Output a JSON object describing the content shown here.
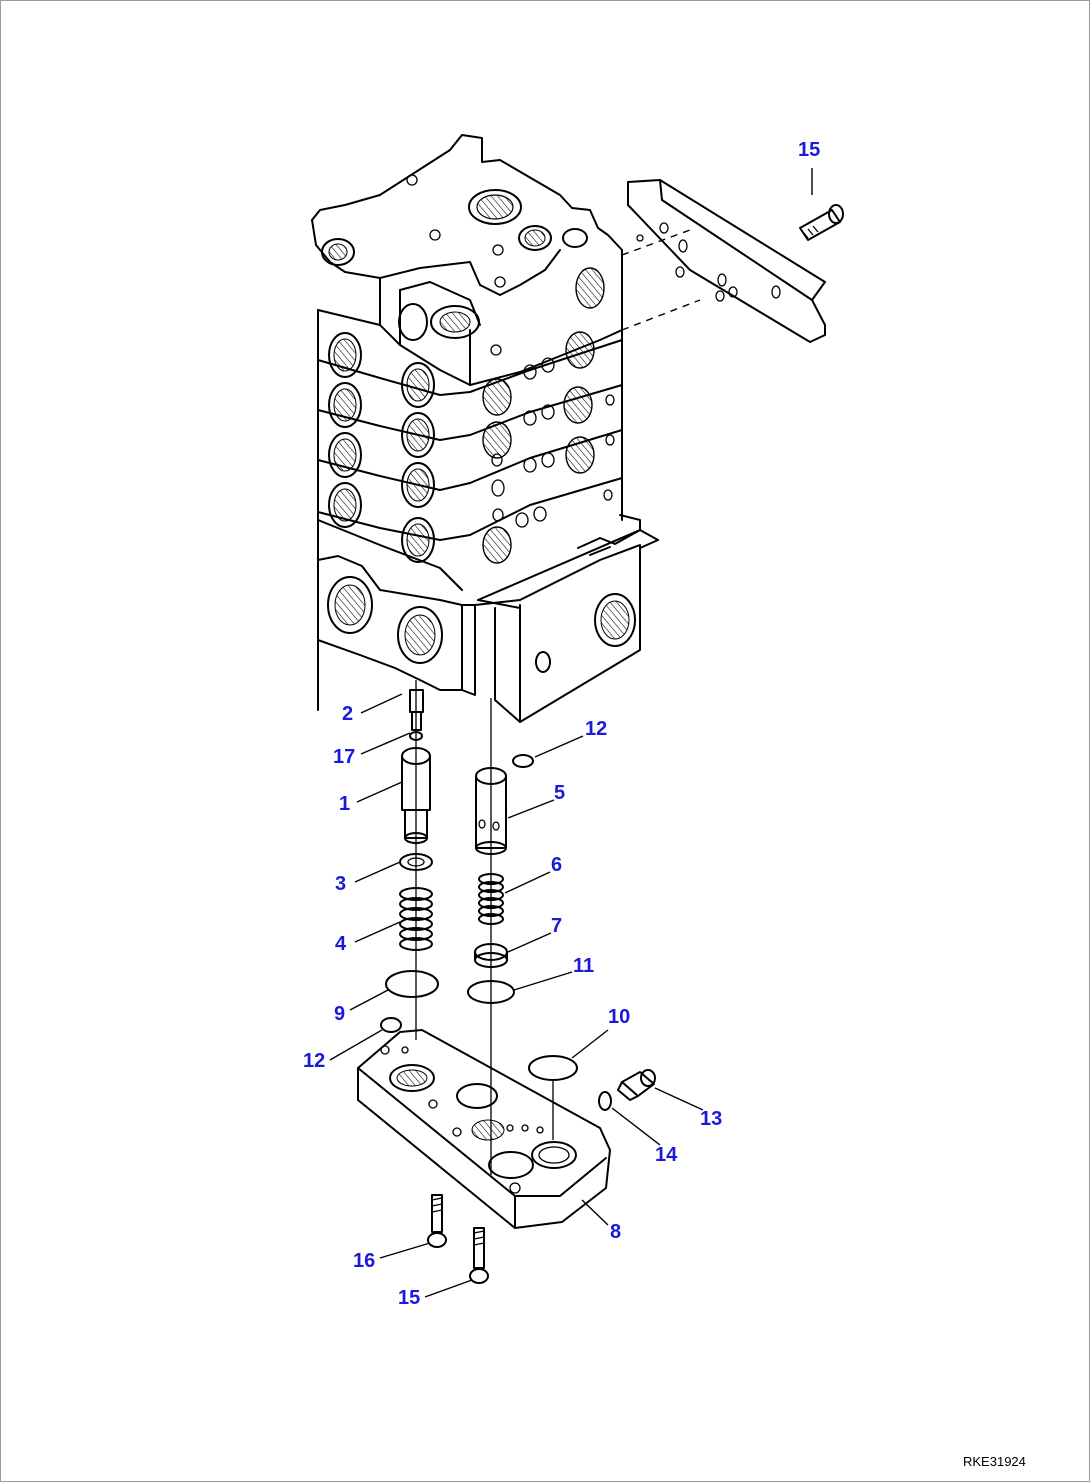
{
  "drawing_code": "RKE31924",
  "callout_color": "#1a1ad8",
  "callouts": [
    {
      "id": "c15a",
      "text": "15"
    },
    {
      "id": "c2",
      "text": "2"
    },
    {
      "id": "c17",
      "text": "17"
    },
    {
      "id": "c12a",
      "text": "12"
    },
    {
      "id": "c1",
      "text": "1"
    },
    {
      "id": "c5",
      "text": "5"
    },
    {
      "id": "c3",
      "text": "3"
    },
    {
      "id": "c6",
      "text": "6"
    },
    {
      "id": "c4",
      "text": "4"
    },
    {
      "id": "c7",
      "text": "7"
    },
    {
      "id": "c11",
      "text": "11"
    },
    {
      "id": "c9",
      "text": "9"
    },
    {
      "id": "c10",
      "text": "10"
    },
    {
      "id": "c12b",
      "text": "12"
    },
    {
      "id": "c13",
      "text": "13"
    },
    {
      "id": "c14",
      "text": "14"
    },
    {
      "id": "c8",
      "text": "8"
    },
    {
      "id": "c16",
      "text": "16"
    },
    {
      "id": "c15b",
      "text": "15"
    }
  ]
}
